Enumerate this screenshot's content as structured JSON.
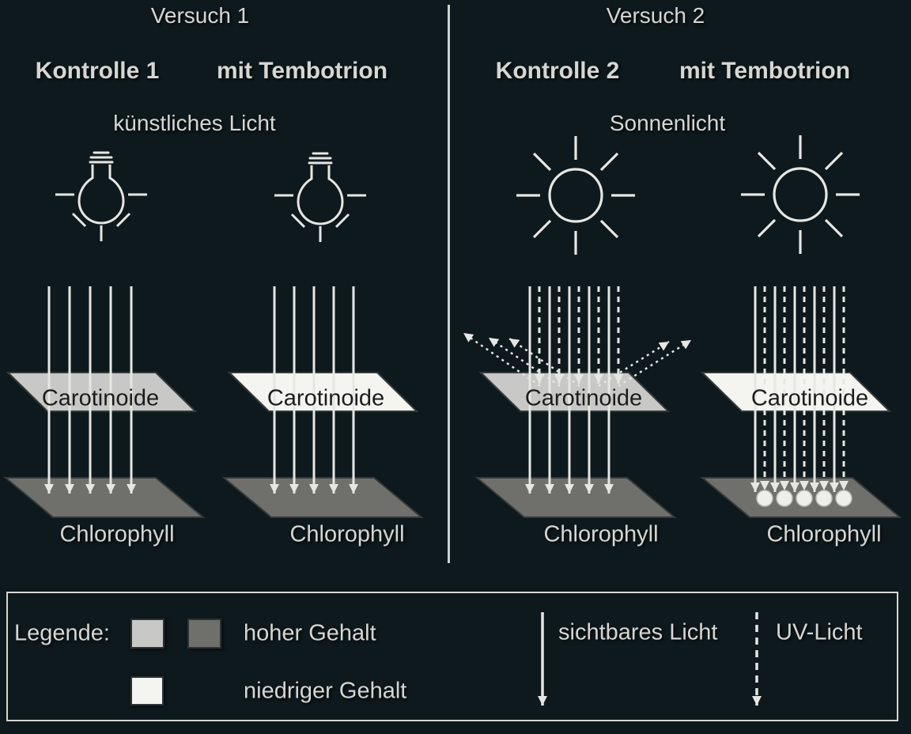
{
  "colors": {
    "background": "#0e191d",
    "ray_line": "#e6e6e3",
    "text_light": "#d6d6d3",
    "text_dark": "#1c1c1c",
    "high_content_light_gray": "#c8c8c6",
    "high_content_dark_gray": "#6f6f6b",
    "low_content_white": "#f4f4f1",
    "legend_border": "#d6d6d3"
  },
  "layers": {
    "carotinoide": "Carotinoide",
    "chlorophyll": "Chlorophyll"
  },
  "experiments": [
    {
      "title": "Versuch 1",
      "light_label": "künstliches Licht",
      "light_icon": "lightbulb-icon",
      "columns": [
        {
          "header": "Kontrolle 1",
          "carotinoide_fill": "#c8c8c6",
          "chlorophyll_fill": "#6f6f6b",
          "visible_light_rays": 5,
          "uv_rays": 0,
          "uv_reflected_rays": 0,
          "chlorophyll_dots": 0
        },
        {
          "header": "mit Tembotrion",
          "carotinoide_fill": "#f4f4f1",
          "chlorophyll_fill": "#6f6f6b",
          "visible_light_rays": 5,
          "uv_rays": 0,
          "uv_reflected_rays": 0,
          "chlorophyll_dots": 0
        }
      ]
    },
    {
      "title": "Versuch 2",
      "light_label": "Sonnenlicht",
      "light_icon": "sun-icon",
      "columns": [
        {
          "header": "Kontrolle 2",
          "carotinoide_fill": "#c8c8c6",
          "chlorophyll_fill": "#6f6f6b",
          "visible_light_rays": 5,
          "uv_rays": 5,
          "uv_reflected_rays": 5,
          "chlorophyll_dots": 0
        },
        {
          "header": "mit Tembotrion",
          "carotinoide_fill": "#f4f4f1",
          "chlorophyll_fill": "#6f6f6b",
          "visible_light_rays": 5,
          "uv_rays": 5,
          "uv_reflected_rays": 0,
          "chlorophyll_dots": 5
        }
      ]
    }
  ],
  "legend": {
    "title": "Legende:",
    "items": [
      {
        "type": "swatch-pair",
        "swatches": [
          "#c8c8c6",
          "#6f6f6b"
        ],
        "label": "hoher Gehalt"
      },
      {
        "type": "swatch-single",
        "swatches": [
          "#f4f4f1"
        ],
        "label": "niedriger Gehalt"
      },
      {
        "type": "arrow-solid",
        "label": "sichtbares Licht"
      },
      {
        "type": "arrow-dashed",
        "label": "UV-Licht"
      }
    ]
  }
}
